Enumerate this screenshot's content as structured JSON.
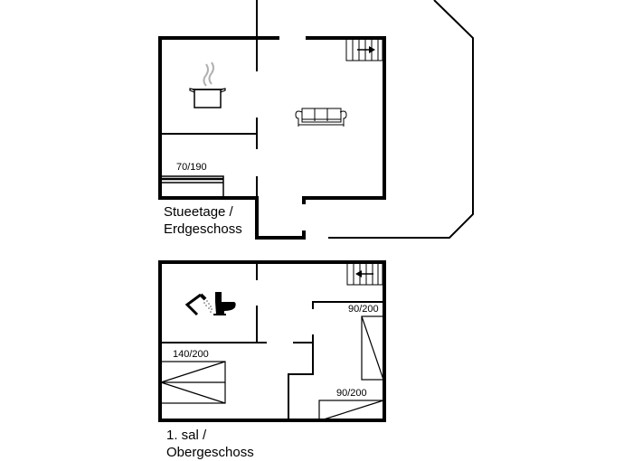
{
  "floors": [
    {
      "id": "ground",
      "label_line1": "Stueetage /",
      "label_line2": "Erdgeschoss",
      "rooms": [
        {
          "name": "kitchen",
          "icon": "cooking-pot-icon"
        },
        {
          "name": "living-room",
          "icon": "sofa-icon"
        },
        {
          "name": "sleeping-nook",
          "bed": "70/190"
        }
      ],
      "stairs": {
        "icon": "stairs-icon",
        "direction": "right"
      }
    },
    {
      "id": "upper",
      "label_line1": "1. sal /",
      "label_line2": "Obergeschoss",
      "rooms": [
        {
          "name": "bathroom",
          "icons": [
            "shower-icon",
            "toilet-icon"
          ]
        },
        {
          "name": "bedroom-1",
          "bed": "140/200"
        },
        {
          "name": "bedroom-2",
          "beds": [
            "90/200",
            "90/200"
          ]
        }
      ],
      "stairs": {
        "icon": "stairs-icon",
        "direction": "left"
      }
    }
  ],
  "beds": {
    "ground_single": "70/190",
    "upper_double": "140/200",
    "upper_single_a": "90/200",
    "upper_single_b": "90/200"
  },
  "colors": {
    "wall": "#000000",
    "steam": "#b0b0b0",
    "background": "#ffffff"
  }
}
